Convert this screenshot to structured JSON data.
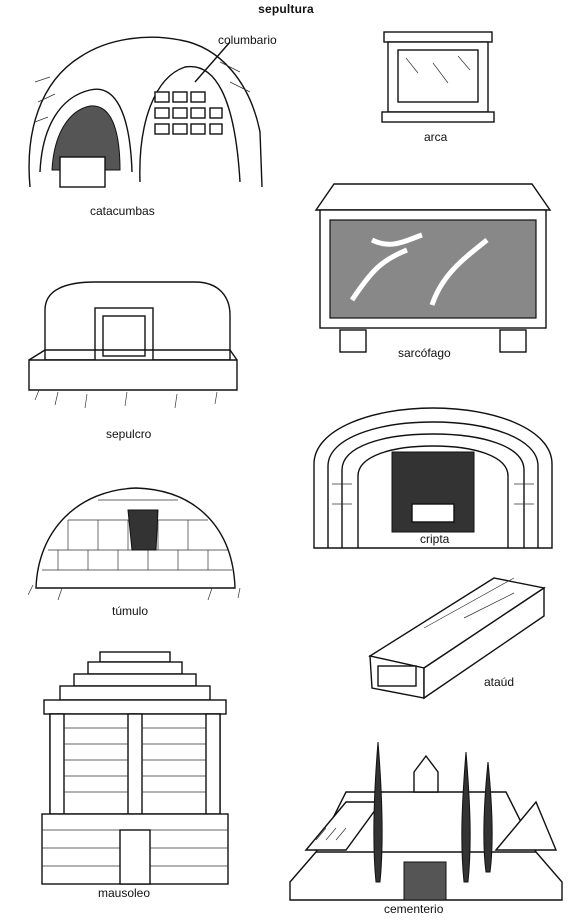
{
  "page": {
    "title": "sepultura"
  },
  "figures": {
    "catacumbas": {
      "label": "catacumbas",
      "callout": "columbario"
    },
    "arca": {
      "label": "arca"
    },
    "sarcofago": {
      "label": "sarcófago"
    },
    "sepulcro": {
      "label": "sepulcro"
    },
    "cripta": {
      "label": "cripta"
    },
    "tumulo": {
      "label": "túmulo"
    },
    "ataud": {
      "label": "ataúd"
    },
    "mausoleo": {
      "label": "mausoleo"
    },
    "cementerio": {
      "label": "cementerio"
    }
  },
  "colors": {
    "ink": "#111111",
    "paper": "#ffffff"
  }
}
